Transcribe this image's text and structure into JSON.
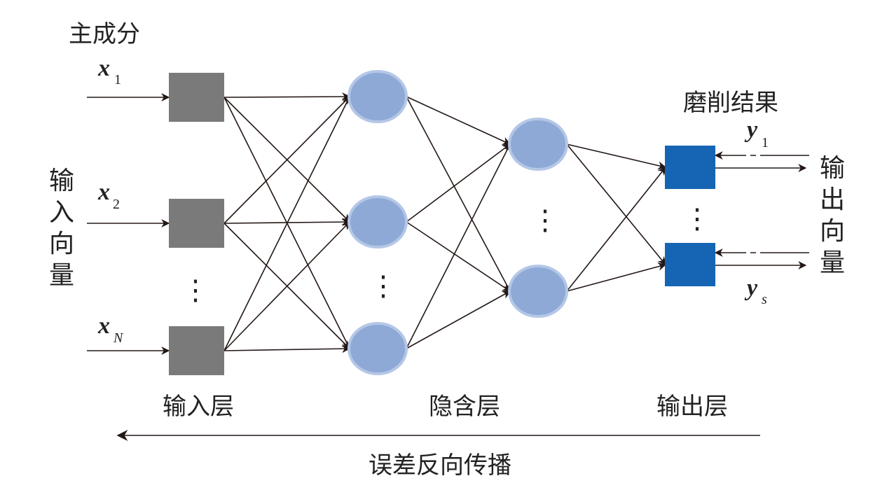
{
  "labels": {
    "principal_components": "主成分",
    "input_vector": [
      "输",
      "入",
      "向",
      "量"
    ],
    "output_vector": [
      "输",
      "出",
      "向",
      "量"
    ],
    "grinding_result": "磨削结果",
    "input_layer": "输入层",
    "hidden_layer": "隐含层",
    "output_layer": "输出层",
    "backpropagation": "误差反向传播"
  },
  "inputs": [
    {
      "var": "x",
      "sub": "1"
    },
    {
      "var": "x",
      "sub": "2"
    },
    {
      "var": "x",
      "sub": "N"
    }
  ],
  "outputs": [
    {
      "var": "y",
      "sub": "1"
    },
    {
      "var": "y",
      "sub": "s"
    }
  ],
  "ellipsis": "⋮",
  "colors": {
    "input_node": "#7a7a7a",
    "hidden_node_fill": "#8ea9d5",
    "hidden_node_stroke": "#b4c7e7",
    "output_node": "#1565b4",
    "line": "#231815",
    "text": "#222222"
  }
}
